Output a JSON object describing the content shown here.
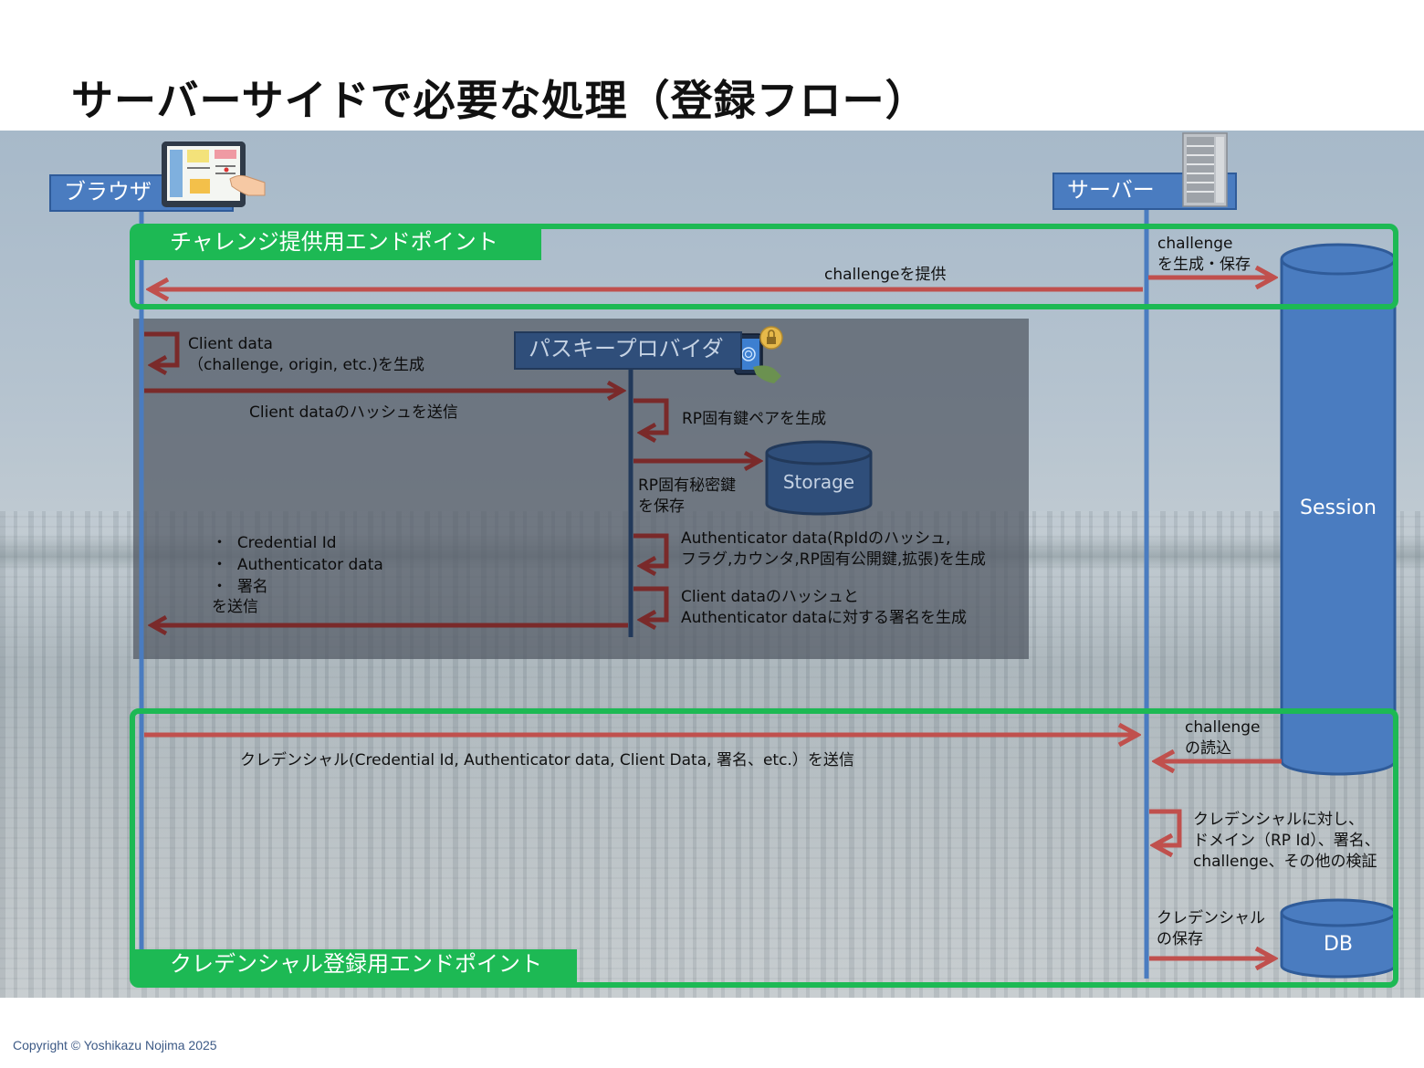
{
  "title": "サーバーサイドで必要な処理（登録フロー）",
  "actors": {
    "browser": "ブラウザ",
    "server": "サーバー",
    "passkey_provider": "パスキープロバイダ"
  },
  "frames": {
    "challenge_endpoint": "チャレンジ提供用エンドポイント",
    "credential_endpoint": "クレデンシャル登録用エンドポイント"
  },
  "stores": {
    "session": "Session",
    "storage": "Storage",
    "db": "DB"
  },
  "messages": {
    "gen_challenge": [
      "challenge",
      "を生成・保存"
    ],
    "provide_challenge": "challengeを提供",
    "client_data": [
      "Client data",
      "（challenge, origin, etc.)を生成"
    ],
    "send_hash": "Client dataのハッシュを送信",
    "gen_keypair": "RP固有鍵ペアを生成",
    "save_private": [
      "RP固有秘密鍵",
      "を保存"
    ],
    "auth_data": [
      "Authenticator data(RpIdのハッシュ,",
      "フラグ,カウンタ,RP固有公開鍵,拡張)を生成"
    ],
    "signature": [
      "Client dataのハッシュと",
      "Authenticator dataに対する署名を生成"
    ],
    "send_items": [
      "Credential Id",
      "Authenticator data",
      "署名"
    ],
    "send_items_suffix": "を送信",
    "send_credential": "クレデンシャル(Credential Id, Authenticator data, Client Data, 署名、etc.）を送信",
    "read_challenge": [
      "challenge",
      "の読込"
    ],
    "verify": [
      "クレデンシャルに対し、",
      "ドメイン（RP Id）、署名、",
      "challenge、その他の検証"
    ],
    "save_credential": [
      "クレデンシャル",
      "の保存"
    ]
  },
  "bullet": "・",
  "footer": "Copyright © Yoshikazu Nojima 2025",
  "colors": {
    "frame_green": "#1db954",
    "actor_blue": "#4a7cc0",
    "arrow_red": "#c0504d",
    "arrow_dark_red": "#7a2a2a",
    "lifeline_blue": "#4a7cc0"
  },
  "icons": [
    "tablet-hand-icon",
    "server-rack-icon",
    "phone-fingerprint-icon",
    "lock-icon"
  ]
}
